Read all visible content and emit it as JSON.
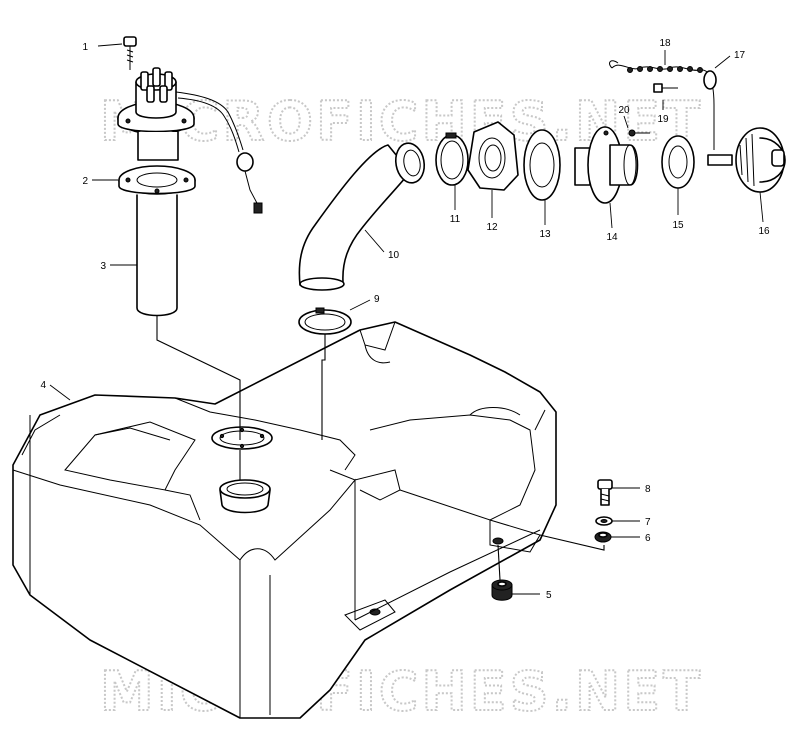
{
  "watermark": {
    "text": "MICROFICHES.NET",
    "color": "#c8c8c8"
  },
  "callouts": [
    {
      "label": "1"
    },
    {
      "label": "2"
    },
    {
      "label": "3"
    },
    {
      "label": "4"
    },
    {
      "label": "5"
    },
    {
      "label": "6"
    },
    {
      "label": "7"
    },
    {
      "label": "8"
    },
    {
      "label": "9"
    },
    {
      "label": "10"
    },
    {
      "label": "11"
    },
    {
      "label": "12"
    },
    {
      "label": "13"
    },
    {
      "label": "14"
    },
    {
      "label": "15"
    },
    {
      "label": "16"
    },
    {
      "label": "17"
    },
    {
      "label": "18"
    },
    {
      "label": "19"
    },
    {
      "label": "20"
    }
  ]
}
